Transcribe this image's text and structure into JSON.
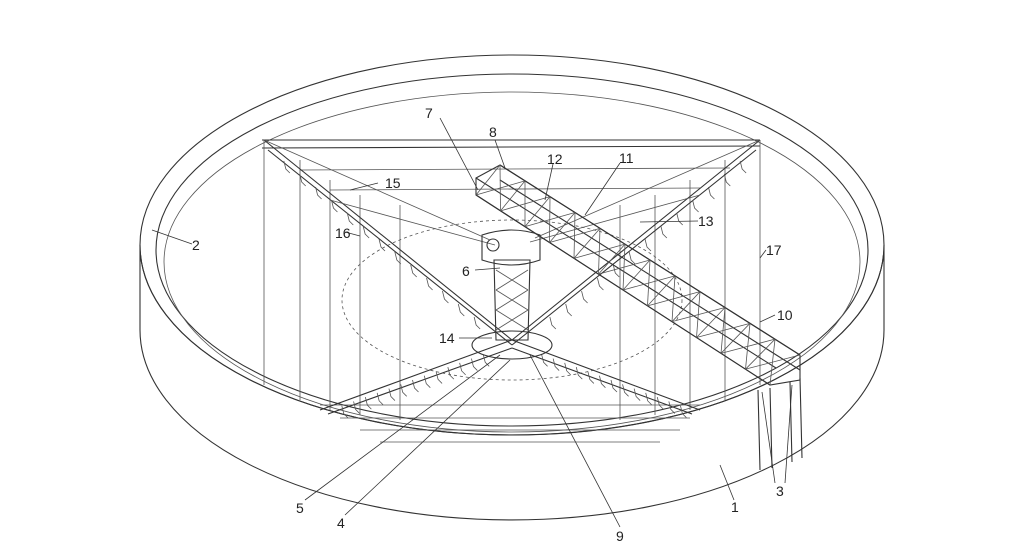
{
  "labels": [
    {
      "id": "l1",
      "text": "1"
    },
    {
      "id": "l2",
      "text": "2"
    },
    {
      "id": "l3",
      "text": "3"
    },
    {
      "id": "l4",
      "text": "4"
    },
    {
      "id": "l5",
      "text": "5"
    },
    {
      "id": "l6",
      "text": "6"
    },
    {
      "id": "l7",
      "text": "7"
    },
    {
      "id": "l8",
      "text": "8"
    },
    {
      "id": "l9",
      "text": "9"
    },
    {
      "id": "l10",
      "text": "10"
    },
    {
      "id": "l11",
      "text": "11"
    },
    {
      "id": "l12",
      "text": "12"
    },
    {
      "id": "l13",
      "text": "13"
    },
    {
      "id": "l14",
      "text": "14"
    },
    {
      "id": "l15",
      "text": "15"
    },
    {
      "id": "l16",
      "text": "16"
    },
    {
      "id": "l17",
      "text": "17"
    }
  ],
  "colors": {
    "stroke": "#333333",
    "wall_fill": "#f4f4f4",
    "inner_fill": "#fafafa"
  }
}
